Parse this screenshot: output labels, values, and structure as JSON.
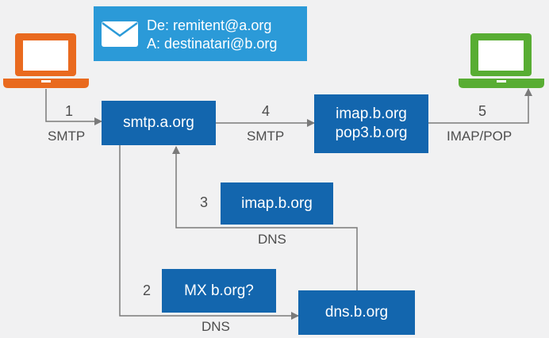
{
  "email_header": {
    "from_line": "De: remitent@a.org",
    "to_line": "A: destinatari@b.org",
    "icon": "envelope-icon"
  },
  "servers": {
    "smtp_a": "smtp.a.org",
    "imap_b_line1": "imap.b.org",
    "imap_b_line2": "pop3.b.org",
    "dns_b": "dns.b.org"
  },
  "dns_query": "MX b.org?",
  "dns_answer": "imap.b.org",
  "steps": [
    {
      "number": "1",
      "protocol": "SMTP"
    },
    {
      "number": "2",
      "protocol": "DNS"
    },
    {
      "number": "3",
      "protocol": "DNS"
    },
    {
      "number": "4",
      "protocol": "SMTP"
    },
    {
      "number": "5",
      "protocol": "IMAP/POP"
    }
  ],
  "colors": {
    "sender_laptop": "#e96a1f",
    "recipient_laptop": "#58ad33",
    "box_dark": "#1366ae",
    "box_light": "#2b9ad8",
    "line": "#7a7a7a"
  }
}
